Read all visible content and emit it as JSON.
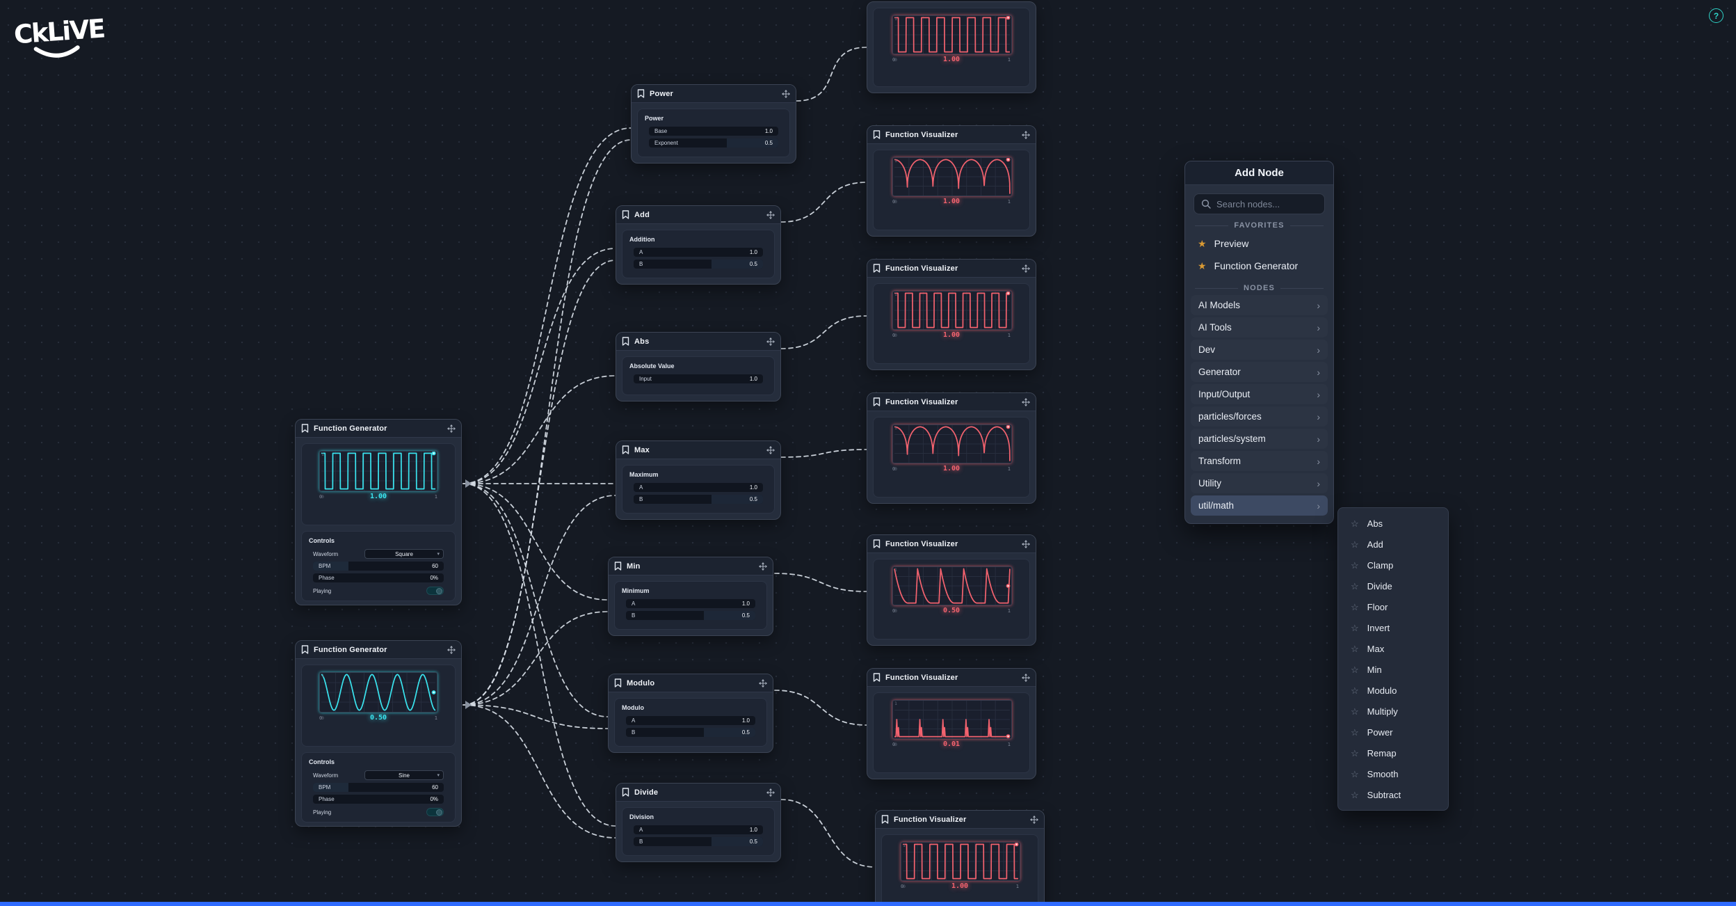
{
  "app": {
    "logo": "CkLiVE",
    "help": "?"
  },
  "axis": {
    "x0": "0",
    "x1": "1",
    "y1": "1",
    "y0": "0"
  },
  "generators": [
    {
      "title": "Function Generator",
      "wave": "square",
      "cycles": 7.5,
      "value": "1.00",
      "controls": {
        "title": "Controls",
        "waveform_label": "Waveform",
        "waveform": "Square",
        "bpm_label": "BPM",
        "bpm": "60",
        "phase_label": "Phase",
        "phase": "0%",
        "playing_label": "Playing",
        "playing": true,
        "caret": "▾"
      }
    },
    {
      "title": "Function Generator",
      "wave": "sine",
      "cycles": 4.5,
      "value": "0.50",
      "controls": {
        "title": "Controls",
        "waveform_label": "Waveform",
        "waveform": "Sine",
        "bpm_label": "BPM",
        "bpm": "60",
        "phase_label": "Phase",
        "phase": "0%",
        "playing_label": "Playing",
        "playing": true,
        "caret": "▾"
      }
    }
  ],
  "math_nodes": [
    {
      "title": "Power",
      "section": "Power",
      "rows": [
        {
          "label": "Base",
          "value": "1.0"
        },
        {
          "label": "Exponent",
          "value": "0.5",
          "fill": true
        }
      ]
    },
    {
      "title": "Add",
      "section": "Addition",
      "rows": [
        {
          "label": "A",
          "value": "1.0"
        },
        {
          "label": "B",
          "value": "0.5",
          "fill": true
        }
      ]
    },
    {
      "title": "Abs",
      "section": "Absolute Value",
      "rows": [
        {
          "label": "Input",
          "value": "1.0"
        }
      ]
    },
    {
      "title": "Max",
      "section": "Maximum",
      "rows": [
        {
          "label": "A",
          "value": "1.0"
        },
        {
          "label": "B",
          "value": "0.5",
          "fill": true
        }
      ]
    },
    {
      "title": "Min",
      "section": "Minimum",
      "rows": [
        {
          "label": "A",
          "value": "1.0"
        },
        {
          "label": "B",
          "value": "0.5",
          "fill": true
        }
      ]
    },
    {
      "title": "Modulo",
      "section": "Modulo",
      "rows": [
        {
          "label": "A",
          "value": "1.0"
        },
        {
          "label": "B",
          "value": "0.5",
          "fill": true
        }
      ]
    },
    {
      "title": "Divide",
      "section": "Division",
      "rows": [
        {
          "label": "A",
          "value": "1.0"
        },
        {
          "label": "B",
          "value": "0.5",
          "fill": true
        }
      ]
    }
  ],
  "visualizers": [
    {
      "header": false,
      "wave": "square",
      "cycles": 7.5,
      "value": "1.00"
    },
    {
      "header": true,
      "title": "Function Visualizer",
      "wave": "fin",
      "cycles": 4.5,
      "value": "1.00"
    },
    {
      "header": true,
      "title": "Function Visualizer",
      "wave": "square",
      "cycles": 8,
      "value": "1.00"
    },
    {
      "header": true,
      "title": "Function Visualizer",
      "wave": "fin",
      "cycles": 4.5,
      "value": "1.00"
    },
    {
      "header": true,
      "title": "Function Visualizer",
      "wave": "spikedecay",
      "cycles": 5,
      "value": "0.50"
    },
    {
      "header": true,
      "title": "Function Visualizer",
      "wave": "spikes",
      "cycles": 5,
      "value": "0.01"
    },
    {
      "header": true,
      "title": "Function Visualizer",
      "wave": "square",
      "cycles": 7.5,
      "value": "1.00"
    }
  ],
  "panel": {
    "title": "Add Node",
    "search_placeholder": "Search nodes...",
    "favorites_label": "FAVORITES",
    "nodes_label": "NODES",
    "favorites": [
      "Preview",
      "Function Generator"
    ],
    "categories": [
      "AI Models",
      "AI Tools",
      "Dev",
      "Generator",
      "Input/Output",
      "particles/forces",
      "particles/system",
      "Transform",
      "Utility",
      "util/math"
    ],
    "active_category": "util/math",
    "submenu": [
      "Abs",
      "Add",
      "Clamp",
      "Divide",
      "Floor",
      "Invert",
      "Max",
      "Min",
      "Modulo",
      "Multiply",
      "Power",
      "Remap",
      "Smooth",
      "Subtract"
    ]
  },
  "colors": {
    "accent_cyan": "#3ae3ee",
    "accent_red": "#f2626e",
    "star": "#da9a33",
    "wire": "#d9dfe8",
    "bottom_bar": "#2f6bff"
  }
}
